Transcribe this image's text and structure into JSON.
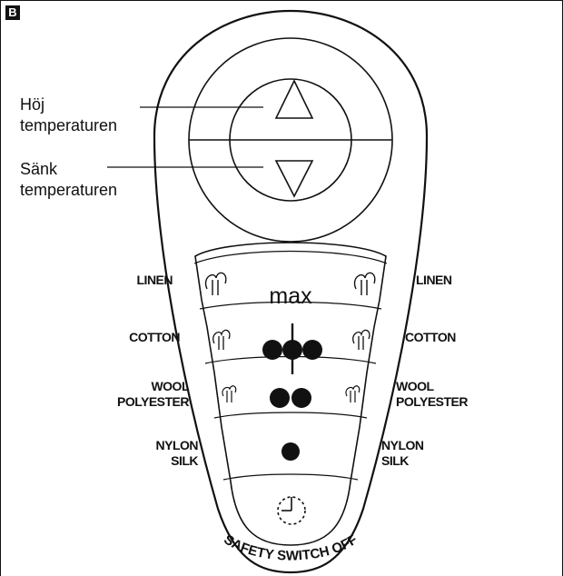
{
  "figure_label": "B",
  "callouts": {
    "raise": "Höj temperaturen",
    "lower": "Sänk temperaturen"
  },
  "settings": [
    {
      "label": "LINEN",
      "level": "max",
      "dots": 0
    },
    {
      "label": "COTTON",
      "level": "",
      "dots": 3
    },
    {
      "label": "WOOL POLYESTER",
      "level": "",
      "dots": 2
    },
    {
      "label": "NYLON SILK",
      "level": "",
      "dots": 1
    }
  ],
  "max_label": "max",
  "safety_text": "SAFETY SWITCH OFF",
  "icons": [
    "arrow-up-icon",
    "arrow-down-icon",
    "steam-icon",
    "clock-icon"
  ]
}
